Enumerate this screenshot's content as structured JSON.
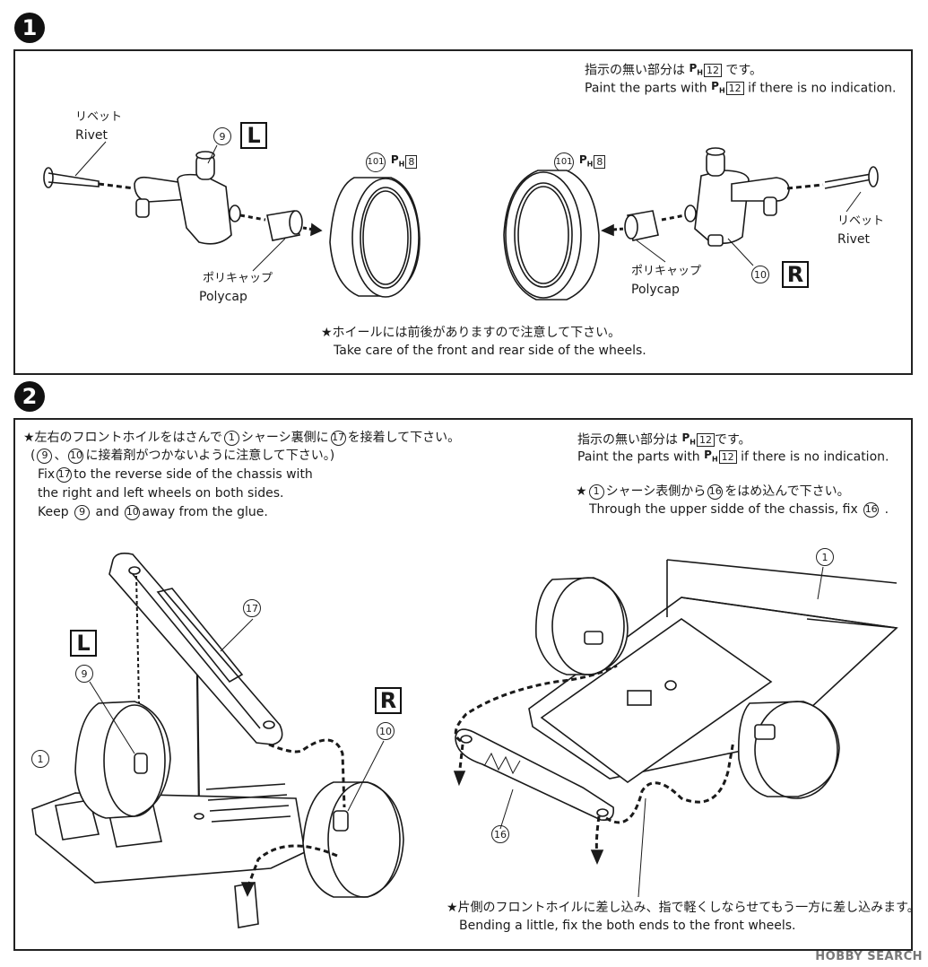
{
  "steps": {
    "step1": "1",
    "step2": "2"
  },
  "step1": {
    "paint_jp": "指示の無い部分は",
    "paint_jp_end": "です。",
    "paint_en_a": "Paint the parts with",
    "paint_en_b": "if there is no indication.",
    "paint_code": "12",
    "rivet_jp": "リベット",
    "rivet_en": "Rivet",
    "polycap_jp": "ポリキャップ",
    "polycap_en": "Polycap",
    "part_left": "9",
    "part_right": "10",
    "side_left": "L",
    "side_right": "R",
    "wheel_part": "101",
    "wheel_paint": "8",
    "note_jp": "★ホイールには前後がありますので注意して下さい。",
    "note_en": "Take care of the front and rear side of the wheels."
  },
  "step2": {
    "left_jp1a": "★左右のフロントホイルをはさんで",
    "left_jp1b": "シャーシ裏側に",
    "left_jp1c": "を接着して下さい。",
    "left_jp2a": "(",
    "left_jp2b": "、",
    "left_jp2c": "に接着剤がつかないように注意して下さい。)",
    "left_en1a": "Fix",
    "left_en1b": "to the reverse side of the chassis with",
    "left_en2": "the right and left wheels on both sides.",
    "left_en3a": "Keep",
    "left_en3b": "and",
    "left_en3c": "away from the glue.",
    "paint_jp": "指示の無い部分は",
    "paint_jp_end": "です。",
    "paint_en_a": "Paint the parts with",
    "paint_en_b": "if there is no indication.",
    "paint_code": "12",
    "right_jp_a": "★",
    "right_jp_b": "シャーシ表側から",
    "right_jp_c": "をはめ込んで下さい。",
    "right_en_a": "Through the upper sidde of the chassis, fix",
    "right_en_b": ".",
    "part_chassis": "1",
    "part_bar": "17",
    "part_spring": "16",
    "part_left": "9",
    "part_right": "10",
    "side_left": "L",
    "side_right": "R",
    "bottom_jp": "★片側のフロントホイルに差し込み、指で軽くしならせてもう一方に差し込みます。",
    "bottom_en": "Bending a little, fix the both ends to the front wheels."
  },
  "watermark": "HOBBY SEARCH",
  "colors": {
    "ink": "#1a1a1a",
    "paper": "#ffffff"
  }
}
